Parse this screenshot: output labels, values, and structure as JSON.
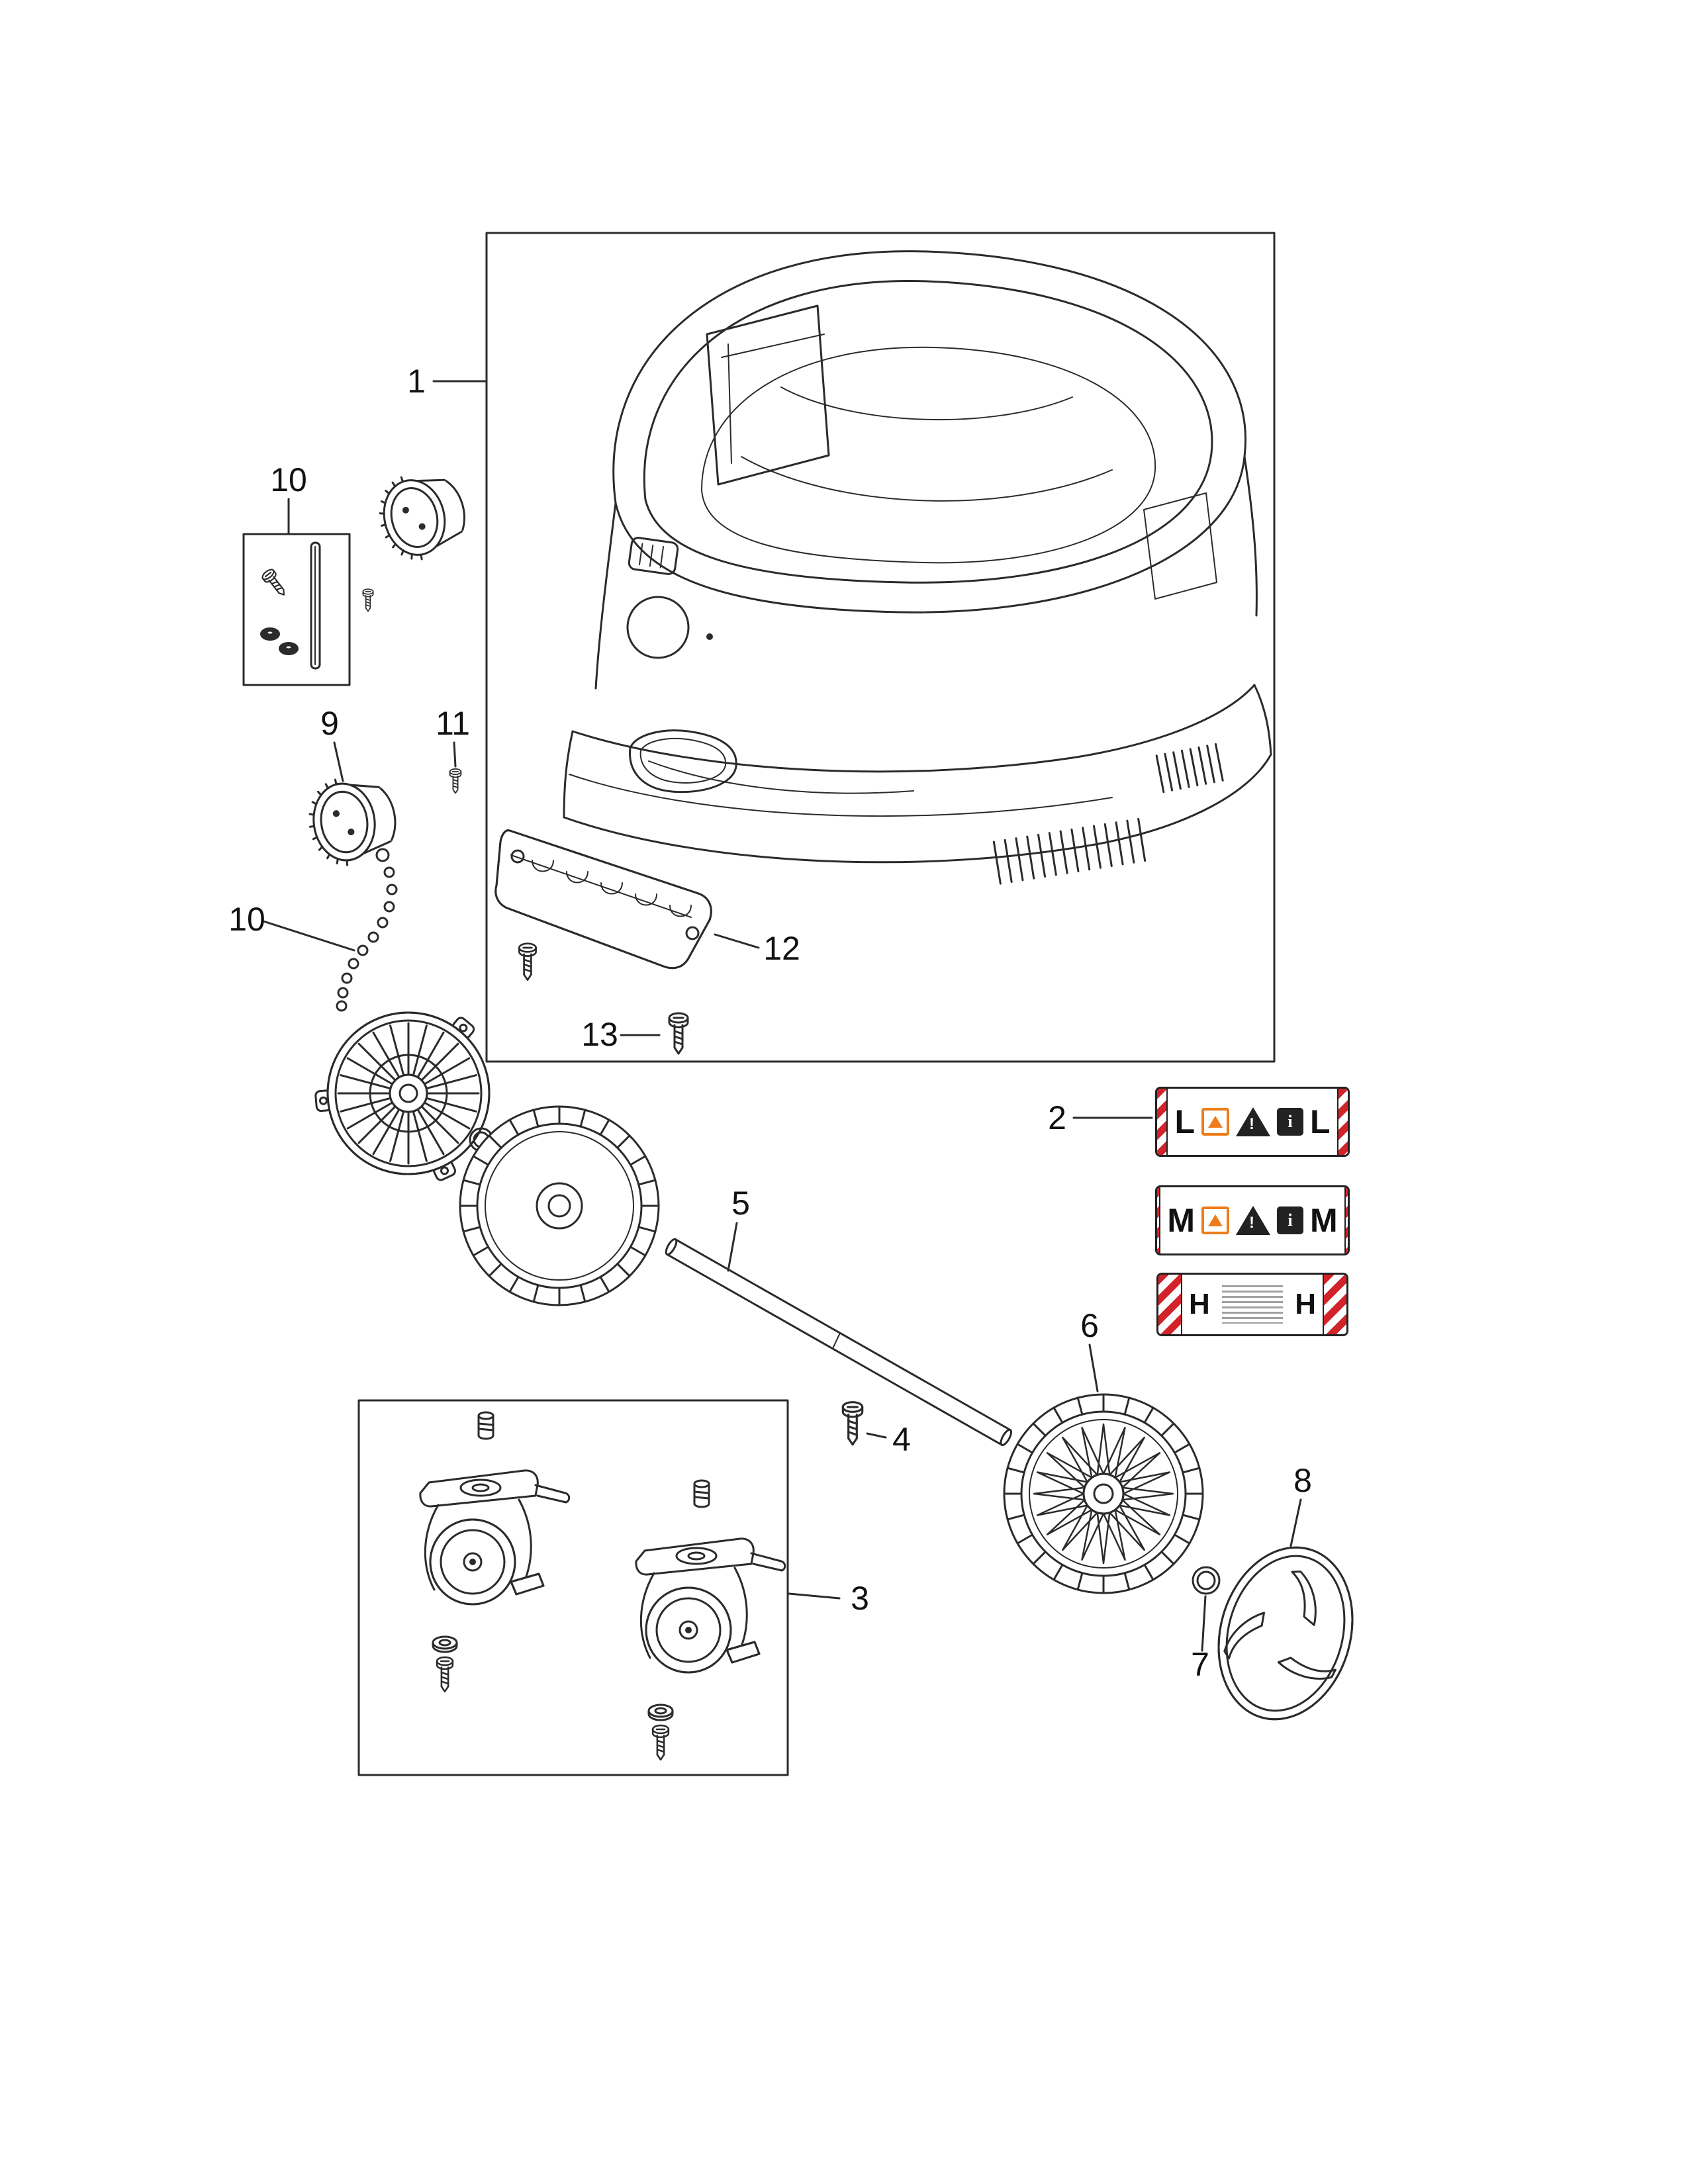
{
  "colors": {
    "line": "#2b2b2b",
    "stripe_red": "#d2232a",
    "icon_orange": "#ef7c1a",
    "text": "#111111"
  },
  "callouts": {
    "c1": "1",
    "c2": "2",
    "c3": "3",
    "c4": "4",
    "c5": "5",
    "c6": "6",
    "c7": "7",
    "c8": "8",
    "c9": "9",
    "c10a": "10",
    "c10b": "10",
    "c11": "11",
    "c12": "12",
    "c13": "13"
  },
  "warning_labels": {
    "warning_mark": "!",
    "manual_mark": "i",
    "items": [
      {
        "id": "dust-class-L",
        "letter_left": "L",
        "letter_right": "L",
        "icons": [
          "dust-class-icon",
          "warning-triangle-icon",
          "manual-icon"
        ]
      },
      {
        "id": "dust-class-M",
        "letter_left": "M",
        "letter_right": "M",
        "icons": [
          "dust-class-icon",
          "warning-triangle-icon",
          "manual-icon"
        ]
      },
      {
        "id": "dust-class-H",
        "letter_left": "H",
        "letter_right": "H",
        "fineprint": true
      }
    ]
  }
}
